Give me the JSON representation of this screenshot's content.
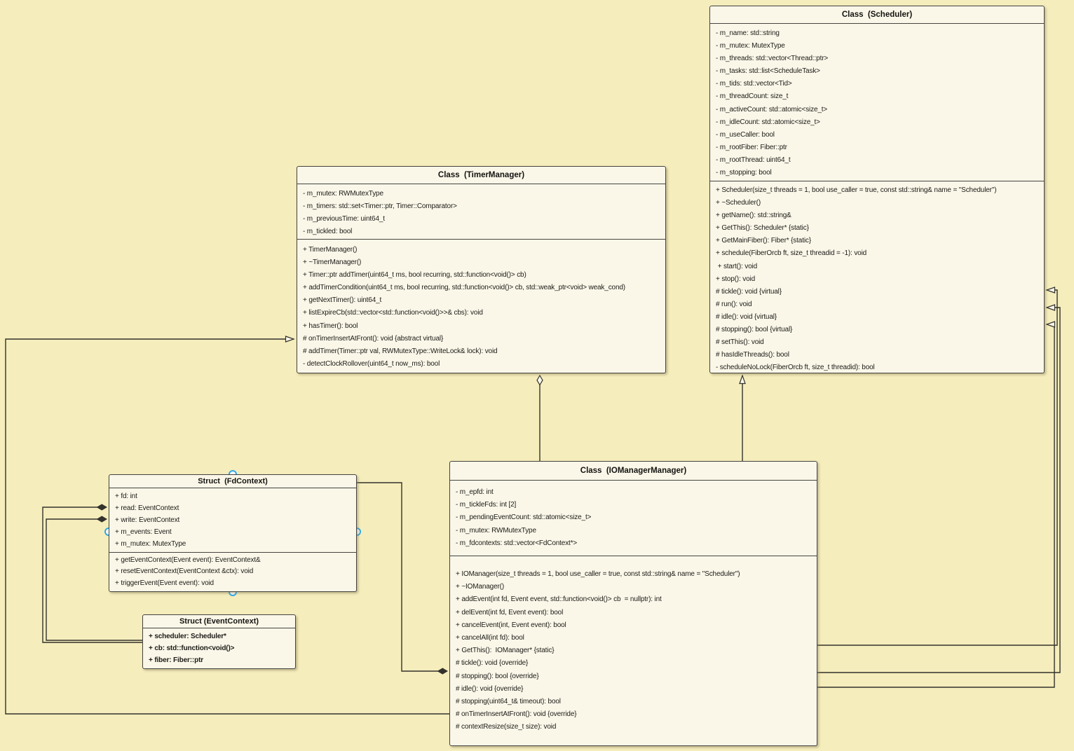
{
  "diagram": {
    "colors": {
      "background": "#f5edbc",
      "box_fill": "#faf7e9",
      "border": "#45443f",
      "text": "#1c1b16",
      "handle_blue": "#2da8e8"
    }
  },
  "classes": {
    "scheduler": {
      "title": "Class  (Scheduler)",
      "attributes": [
        "- m_name: std::string",
        "- m_mutex: MutexType",
        "- m_threads: std::vector<Thread::ptr>",
        "- m_tasks: std::list<ScheduleTask>",
        "- m_tids: std::vector<Tid>",
        "- m_threadCount: size_t",
        "- m_activeCount: std::atomic<size_t>",
        "- m_idleCount: std::atomic<size_t>",
        "- m_useCaller: bool",
        "- m_rootFiber: Fiber::ptr",
        "- m_rootThread: uint64_t",
        "- m_stopping: bool"
      ],
      "methods": [
        "+ Scheduler(size_t threads = 1, bool use_caller = true, const std::string& name = \"Scheduler\")",
        "+ ~Scheduler()",
        "+ getName(): std::string&",
        "+ GetThis(): Scheduler* {static}",
        "+ GetMainFiber(): Fiber* {static}",
        "+ schedule(FiberOrcb ft, size_t threadid = -1): void",
        " + start(): void",
        "+ stop(): void",
        "# tickle(): void {virtual}",
        "# run(): void",
        "# idle(): void {virtual}",
        "# stopping(): bool {virtual}",
        "# setThis(): void",
        "# hasIdleThreads(): bool",
        "- scheduleNoLock(FiberOrcb ft, size_t threadid): bool"
      ]
    },
    "timer_manager": {
      "title": "Class  (TimerManager)",
      "attributes": [
        "- m_mutex: RWMutexType",
        "- m_timers: std::set<Timer::ptr, Timer::Comparator>",
        "- m_previousTime: uint64_t",
        "- m_tickled: bool"
      ],
      "methods": [
        "+ TimerManager()",
        "+ ~TimerManager()",
        "+ Timer::ptr addTimer(uint64_t ms, bool recurring, std::function<void()> cb)",
        "+ addTimerCondition(uint64_t ms, bool recurring, std::function<void()> cb, std::weak_ptr<void> weak_cond)",
        "+ getNextTimer(): uint64_t",
        "+ listExpireCb(std::vector<std::function<void()>>& cbs): void",
        "+ hasTimer(): bool",
        "# onTimerInsertAtFront(): void {abstract virtual}",
        "# addTimer(Timer::ptr val, RWMutexType::WriteLock& lock): void",
        "- detectClockRollover(uint64_t now_ms): bool"
      ]
    },
    "io_manager": {
      "title": "Class  (IOManagerManager)",
      "attributes": [
        "- m_epfd: int",
        "- m_tickleFds: int [2]",
        "- m_pendingEventCount: std::atomic<size_t>",
        "- m_mutex: RWMutexType",
        "- m_fdcontexts: std::vector<FdContext*>"
      ],
      "methods": [
        "+ IOManager(size_t threads = 1, bool use_caller = true, const std::string& name = \"Scheduler\")",
        "+ ~IOManager()",
        "+ addEvent(int fd, Event event, std::function<void()> cb  = nullptr): int",
        "+ delEvent(int fd, Event event): bool",
        "+ cancelEvent(int, Event event): bool",
        "+ cancelAll(int fd): bool",
        "+ GetThis():  IOManager* {static}",
        "# tickle(): void {override}",
        "# stopping(): bool {override}",
        "# idle(): void {override}",
        "# stopping(uint64_t& timeout): bool",
        "# onTimerInsertAtFront(): void {override}",
        "# contextResize(size_t size): void"
      ]
    },
    "fd_context": {
      "title": "Struct  (FdContext)",
      "attributes": [
        "+ fd: int",
        "+ read: EventContext",
        "+ write: EventContext",
        "+ m_events: Event",
        "+ m_mutex: MutexType"
      ],
      "methods": [
        "+ getEventContext(Event event): EventContext&",
        "+ resetEventContext(EventContext &ctx): void",
        "+ triggerEvent(Event event): void"
      ]
    },
    "event_context": {
      "title": "Struct (EventContext)",
      "attributes": [
        "+ scheduler: Scheduler*",
        "+ cb: std::function<void()>",
        "+ fiber: Fiber::ptr"
      ]
    }
  }
}
